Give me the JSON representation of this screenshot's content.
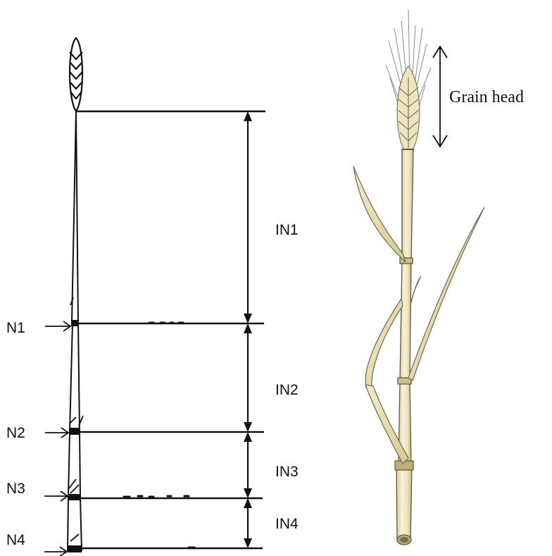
{
  "schematic": {
    "node_labels": [
      "N1",
      "N2",
      "N3",
      "N4"
    ],
    "internode_labels": [
      "IN1",
      "IN2",
      "IN3",
      "IN4"
    ]
  },
  "illustration": {
    "head_label": "Grain head"
  },
  "colors": {
    "ink": "#111111",
    "stem_light": "#f3efd6",
    "stem_mid": "#e6dcae",
    "stem_dark": "#b8a77a",
    "head_color": "#e9e3b8",
    "awn_color": "#8a8a8a"
  }
}
